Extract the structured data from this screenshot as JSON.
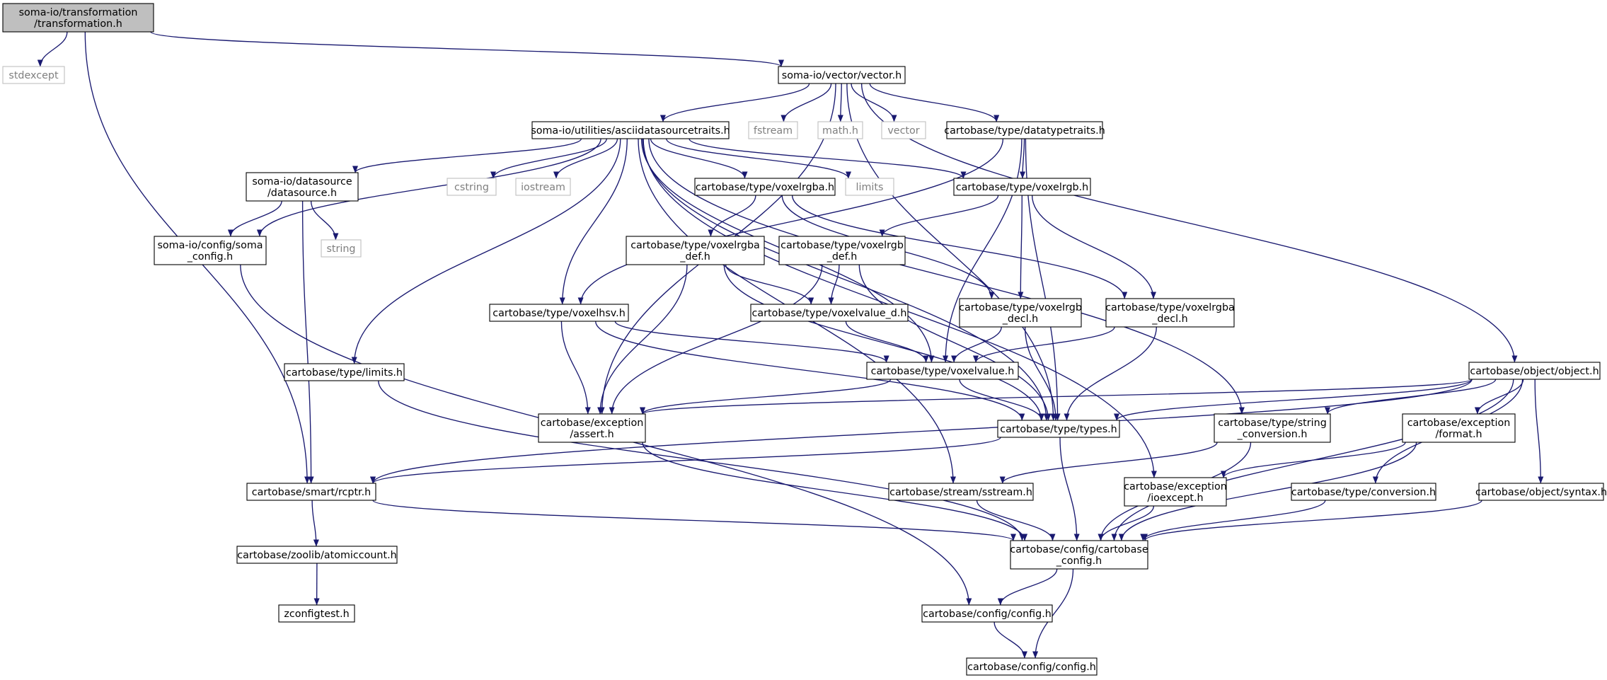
{
  "diagram": {
    "type": "include-dependency-graph",
    "colors": {
      "edge": "#191970",
      "node_border": "#000000",
      "root_fill": "#bfbfbf",
      "external_border": "#bfbfbf",
      "external_text": "#7f7f7f"
    },
    "nodes": [
      {
        "id": "root",
        "lines": [
          "soma-io/transformation",
          "/transformation.h"
        ],
        "kind": "root"
      },
      {
        "id": "stdexcept",
        "lines": [
          "stdexcept"
        ],
        "kind": "external"
      },
      {
        "id": "vector_h",
        "lines": [
          "soma-io/vector/vector.h"
        ],
        "kind": "file"
      },
      {
        "id": "asciids",
        "lines": [
          "soma-io/utilities/asciidatasourcetraits.h"
        ],
        "kind": "file"
      },
      {
        "id": "fstream",
        "lines": [
          "fstream"
        ],
        "kind": "external"
      },
      {
        "id": "math_h",
        "lines": [
          "math.h"
        ],
        "kind": "external"
      },
      {
        "id": "vector",
        "lines": [
          "vector"
        ],
        "kind": "external"
      },
      {
        "id": "datatypetraits",
        "lines": [
          "cartobase/type/datatypetraits.h"
        ],
        "kind": "file"
      },
      {
        "id": "datasource",
        "lines": [
          "soma-io/datasource",
          "/datasource.h"
        ],
        "kind": "file"
      },
      {
        "id": "cstring",
        "lines": [
          "cstring"
        ],
        "kind": "external"
      },
      {
        "id": "iostream",
        "lines": [
          "iostream"
        ],
        "kind": "external"
      },
      {
        "id": "voxelrgba",
        "lines": [
          "cartobase/type/voxelrgba.h"
        ],
        "kind": "file"
      },
      {
        "id": "limits",
        "lines": [
          "limits"
        ],
        "kind": "external"
      },
      {
        "id": "voxelrgb",
        "lines": [
          "cartobase/type/voxelrgb.h"
        ],
        "kind": "file"
      },
      {
        "id": "soma_config",
        "lines": [
          "soma-io/config/soma",
          "_config.h"
        ],
        "kind": "file"
      },
      {
        "id": "string",
        "lines": [
          "string"
        ],
        "kind": "external"
      },
      {
        "id": "voxelrgba_def",
        "lines": [
          "cartobase/type/voxelrgba",
          "_def.h"
        ],
        "kind": "file"
      },
      {
        "id": "voxelrgb_def",
        "lines": [
          "cartobase/type/voxelrgb",
          "_def.h"
        ],
        "kind": "file"
      },
      {
        "id": "voxelhsv",
        "lines": [
          "cartobase/type/voxelhsv.h"
        ],
        "kind": "file"
      },
      {
        "id": "voxelvalue_d",
        "lines": [
          "cartobase/type/voxelvalue_d.h"
        ],
        "kind": "file"
      },
      {
        "id": "voxelrgb_decl",
        "lines": [
          "cartobase/type/voxelrgb",
          "_decl.h"
        ],
        "kind": "file"
      },
      {
        "id": "voxelrgba_decl",
        "lines": [
          "cartobase/type/voxelrgba",
          "_decl.h"
        ],
        "kind": "file"
      },
      {
        "id": "limits_h",
        "lines": [
          "cartobase/type/limits.h"
        ],
        "kind": "file"
      },
      {
        "id": "voxelvalue",
        "lines": [
          "cartobase/type/voxelvalue.h"
        ],
        "kind": "file"
      },
      {
        "id": "object",
        "lines": [
          "cartobase/object/object.h"
        ],
        "kind": "file"
      },
      {
        "id": "assert",
        "lines": [
          "cartobase/exception",
          "/assert.h"
        ],
        "kind": "file"
      },
      {
        "id": "types",
        "lines": [
          "cartobase/type/types.h"
        ],
        "kind": "file"
      },
      {
        "id": "string_conv",
        "lines": [
          "cartobase/type/string",
          "_conversion.h"
        ],
        "kind": "file"
      },
      {
        "id": "format",
        "lines": [
          "cartobase/exception",
          "/format.h"
        ],
        "kind": "file"
      },
      {
        "id": "rcptr",
        "lines": [
          "cartobase/smart/rcptr.h"
        ],
        "kind": "file"
      },
      {
        "id": "sstream",
        "lines": [
          "cartobase/stream/sstream.h"
        ],
        "kind": "file"
      },
      {
        "id": "ioexcept",
        "lines": [
          "cartobase/exception",
          "/ioexcept.h"
        ],
        "kind": "file"
      },
      {
        "id": "conversion",
        "lines": [
          "cartobase/type/conversion.h"
        ],
        "kind": "file"
      },
      {
        "id": "syntax",
        "lines": [
          "cartobase/object/syntax.h"
        ],
        "kind": "file"
      },
      {
        "id": "atomiccount",
        "lines": [
          "cartobase/zoolib/atomiccount.h"
        ],
        "kind": "file"
      },
      {
        "id": "cartobase_config",
        "lines": [
          "cartobase/config/cartobase",
          "_config.h"
        ],
        "kind": "file"
      },
      {
        "id": "zconfigtest",
        "lines": [
          "zconfigtest.h"
        ],
        "kind": "file"
      },
      {
        "id": "config_h1",
        "lines": [
          "cartobase/config/config.h"
        ],
        "kind": "file"
      },
      {
        "id": "config_h2",
        "lines": [
          "cartobase/config/config.h"
        ],
        "kind": "file"
      }
    ],
    "edges": [
      [
        "root",
        "stdexcept"
      ],
      [
        "root",
        "vector_h"
      ],
      [
        "root",
        "rcptr"
      ],
      [
        "vector_h",
        "asciids"
      ],
      [
        "vector_h",
        "fstream"
      ],
      [
        "vector_h",
        "math_h"
      ],
      [
        "vector_h",
        "vector"
      ],
      [
        "vector_h",
        "datatypetraits"
      ],
      [
        "vector_h",
        "object"
      ],
      [
        "vector_h",
        "assert"
      ],
      [
        "vector_h",
        "types"
      ],
      [
        "asciids",
        "datasource"
      ],
      [
        "asciids",
        "cstring"
      ],
      [
        "asciids",
        "iostream"
      ],
      [
        "asciids",
        "voxelrgba"
      ],
      [
        "asciids",
        "limits"
      ],
      [
        "asciids",
        "voxelrgb"
      ],
      [
        "asciids",
        "soma_config"
      ],
      [
        "asciids",
        "voxelhsv"
      ],
      [
        "asciids",
        "limits_h"
      ],
      [
        "asciids",
        "sstream"
      ],
      [
        "asciids",
        "voxelvalue"
      ],
      [
        "asciids",
        "types"
      ],
      [
        "asciids",
        "string_conv"
      ],
      [
        "asciids",
        "ioexcept"
      ],
      [
        "datatypetraits",
        "voxelrgb"
      ],
      [
        "datatypetraits",
        "voxelhsv"
      ],
      [
        "datatypetraits",
        "voxelvalue"
      ],
      [
        "datatypetraits",
        "types"
      ],
      [
        "datasource",
        "soma_config"
      ],
      [
        "datasource",
        "string"
      ],
      [
        "datasource",
        "rcptr"
      ],
      [
        "voxelrgba",
        "voxelrgba_def"
      ],
      [
        "voxelrgba",
        "voxelrgb_decl"
      ],
      [
        "voxelrgba",
        "voxelrgba_decl"
      ],
      [
        "voxelrgb",
        "voxelrgb_def"
      ],
      [
        "voxelrgb",
        "voxelrgb_decl"
      ],
      [
        "voxelrgb",
        "voxelrgba_decl"
      ],
      [
        "voxelrgba_def",
        "voxelvalue_d"
      ],
      [
        "voxelrgba_def",
        "assert"
      ],
      [
        "voxelrgba_def",
        "types"
      ],
      [
        "voxelrgb_def",
        "voxelvalue_d"
      ],
      [
        "voxelrgb_def",
        "assert"
      ],
      [
        "voxelrgb_def",
        "types"
      ],
      [
        "voxelhsv",
        "voxelvalue"
      ],
      [
        "voxelhsv",
        "assert"
      ],
      [
        "voxelhsv",
        "types"
      ],
      [
        "voxelvalue_d",
        "voxelvalue"
      ],
      [
        "voxelrgb_decl",
        "voxelvalue"
      ],
      [
        "voxelrgb_decl",
        "types"
      ],
      [
        "voxelrgba_decl",
        "voxelvalue"
      ],
      [
        "voxelrgba_decl",
        "types"
      ],
      [
        "voxelvalue",
        "assert"
      ],
      [
        "voxelvalue",
        "types"
      ],
      [
        "limits_h",
        "cartobase_config"
      ],
      [
        "soma_config",
        "config_h1"
      ],
      [
        "object",
        "types"
      ],
      [
        "object",
        "string_conv"
      ],
      [
        "object",
        "format"
      ],
      [
        "object",
        "conversion"
      ],
      [
        "object",
        "syntax"
      ],
      [
        "object",
        "rcptr"
      ],
      [
        "object",
        "cartobase_config"
      ],
      [
        "object",
        "assert"
      ],
      [
        "assert",
        "cartobase_config"
      ],
      [
        "types",
        "rcptr"
      ],
      [
        "types",
        "cartobase_config"
      ],
      [
        "string_conv",
        "sstream"
      ],
      [
        "string_conv",
        "cartobase_config"
      ],
      [
        "format",
        "ioexcept"
      ],
      [
        "format",
        "cartobase_config"
      ],
      [
        "rcptr",
        "atomiccount"
      ],
      [
        "rcptr",
        "cartobase_config"
      ],
      [
        "sstream",
        "cartobase_config"
      ],
      [
        "ioexcept",
        "cartobase_config"
      ],
      [
        "conversion",
        "cartobase_config"
      ],
      [
        "syntax",
        "cartobase_config"
      ],
      [
        "atomiccount",
        "zconfigtest"
      ],
      [
        "cartobase_config",
        "config_h1"
      ],
      [
        "cartobase_config",
        "config_h2"
      ],
      [
        "config_h1",
        "config_h2"
      ]
    ]
  }
}
